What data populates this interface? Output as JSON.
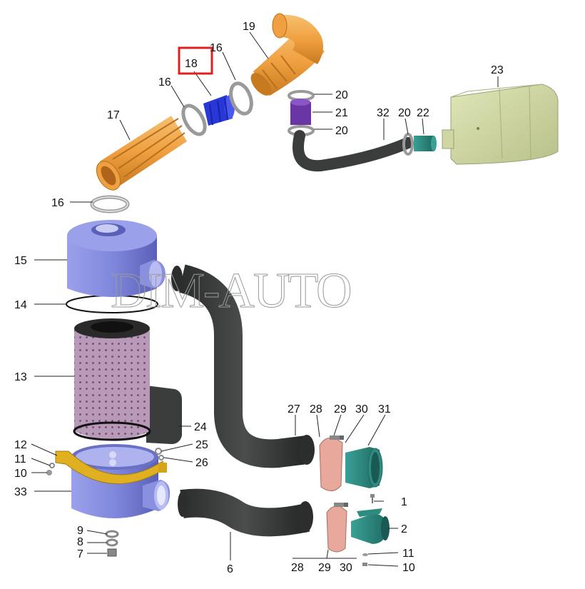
{
  "watermark": "DIM-AUTO",
  "colors": {
    "orange": "#f0a040",
    "blue_housing": "#8088dc",
    "coupling_blue": "#2838d8",
    "purple_sleeve": "#6a36a6",
    "hose_dark": "#3a3d3c",
    "teal": "#2f8a80",
    "pink_clamp": "#e8a89c",
    "yellow_bracket": "#e0b020",
    "filter_mesh": "#b89ab8",
    "tank": "#cfd6a4",
    "highlight": "#e02020"
  },
  "highlighted_part": "18",
  "labels": {
    "l1": "1",
    "l2": "2",
    "l6": "6",
    "l7": "7",
    "l8": "8",
    "l9": "9",
    "l10a": "10",
    "l10b": "10",
    "l11a": "11",
    "l11b": "11",
    "l12": "12",
    "l13": "13",
    "l14": "14",
    "l15": "15",
    "l16a": "16",
    "l16b": "16",
    "l16c": "16",
    "l17": "17",
    "l18": "18",
    "l19": "19",
    "l20a": "20",
    "l20b": "20",
    "l20c": "20",
    "l21": "21",
    "l22": "22",
    "l23": "23",
    "l24": "24",
    "l25": "25",
    "l26": "26",
    "l27": "27",
    "l28a": "28",
    "l28b": "28",
    "l29a": "29",
    "l29b": "29",
    "l30a": "30",
    "l30b": "30",
    "l31": "31",
    "l32": "32",
    "l33": "33"
  }
}
